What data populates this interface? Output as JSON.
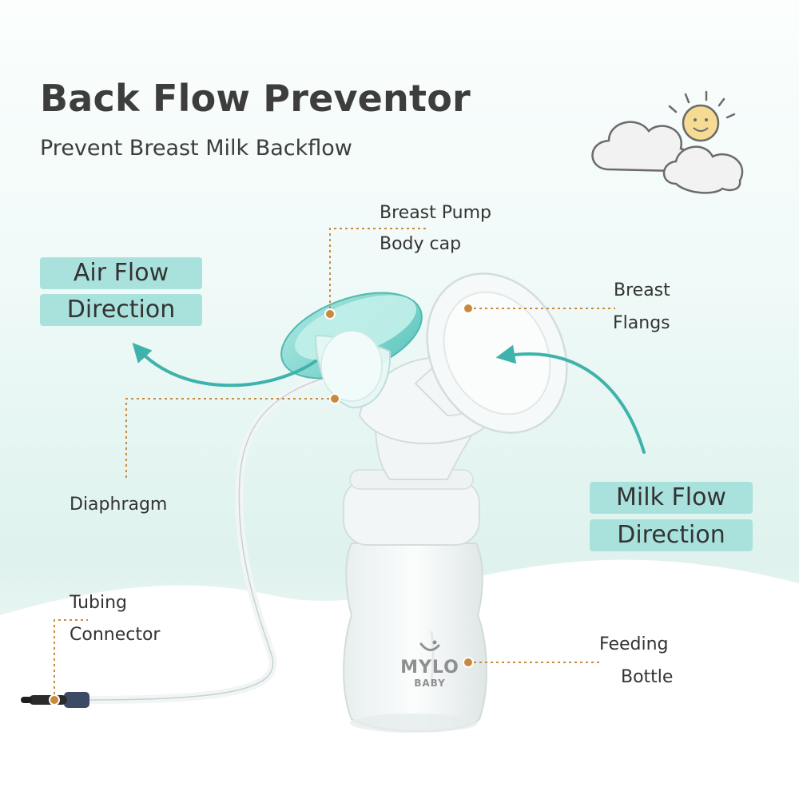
{
  "header": {
    "title": "Back Flow Preventor",
    "subtitle": "Prevent Breast Milk Backflow"
  },
  "badges": {
    "air_flow": {
      "line1": "Air Flow",
      "line2": "Direction"
    },
    "milk_flow": {
      "line1": "Milk Flow",
      "line2": "Direction"
    }
  },
  "callouts": {
    "body_cap": {
      "line1": "Breast Pump",
      "line2": "Body cap"
    },
    "flange": {
      "line1": "Breast",
      "line2": "Flangs"
    },
    "diaphragm": {
      "line1": "Diaphragm"
    },
    "tubing": {
      "line1": "Tubing",
      "line2": "Connector"
    },
    "bottle": {
      "line1": "Feeding",
      "line2": "Bottle"
    }
  },
  "logo": {
    "word": "MYLO",
    "sub": "BABY"
  },
  "icons": [
    "sun-cloud-icon",
    "air-flow-arrow-icon",
    "milk-flow-arrow-icon"
  ],
  "colors": {
    "badge": "#a9e2dc",
    "arrow": "#3fb3ab",
    "leader": "#c98a3d",
    "cap": "#8fdcd6"
  }
}
